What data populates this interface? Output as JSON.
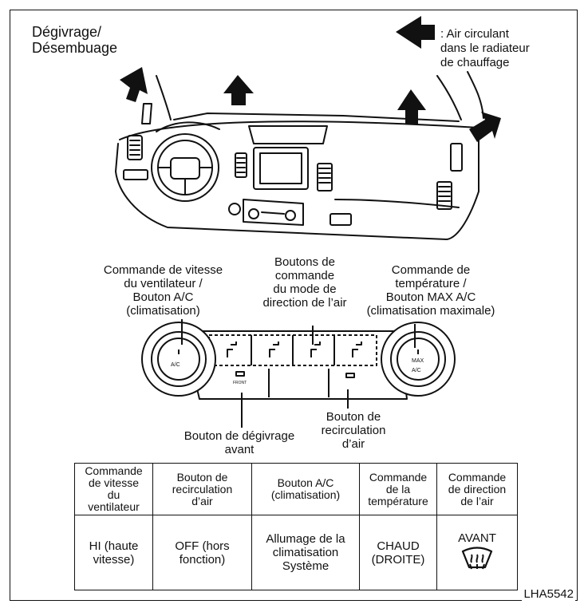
{
  "labels": {
    "defrost_title_line1": "Dégivrage/",
    "defrost_title_line2": "Désembuage",
    "legend_line1": ": Air circulant",
    "legend_line2": "dans le radiateur",
    "legend_line3": "de chauffage",
    "fan_line1": "Commande de vitesse",
    "fan_line2": "du ventilateur /",
    "fan_line3": "Bouton A/C",
    "fan_line4": "(climatisation)",
    "mode_line1": "Boutons de",
    "mode_line2": "commande",
    "mode_line3": "du mode de",
    "mode_line4": "direction de l’air",
    "temp_line1": "Commande de",
    "temp_line2": "température /",
    "temp_line3": "Bouton MAX A/C",
    "temp_line4": "(climatisation maximale)",
    "front_def_line1": "Bouton de dégivrage",
    "front_def_line2": "avant",
    "recirc_line1": "Bouton de",
    "recirc_line2": "recirculation",
    "recirc_line3": "d’air",
    "figure_code": "LHA5542"
  },
  "panel": {
    "ac_left": "A/C",
    "max": "MAX",
    "ac_right": "A/C",
    "front": "FRONT"
  },
  "table": {
    "headers": [
      [
        "Commande",
        "de vitesse",
        "du",
        "ventilateur"
      ],
      [
        "Bouton de",
        "recirculation",
        "d’air"
      ],
      [
        "Bouton A/C",
        "(climatisation)"
      ],
      [
        "Commande",
        "de la",
        "température"
      ],
      [
        "Commande",
        "de direction",
        "de l’air"
      ]
    ],
    "values": [
      [
        "HI (haute",
        "vitesse)"
      ],
      [
        "OFF (hors",
        "fonction)"
      ],
      [
        "Allumage de la",
        "climatisation",
        "Système"
      ],
      [
        "CHAUD",
        "(DROITE)"
      ],
      [
        "AVANT"
      ]
    ]
  }
}
